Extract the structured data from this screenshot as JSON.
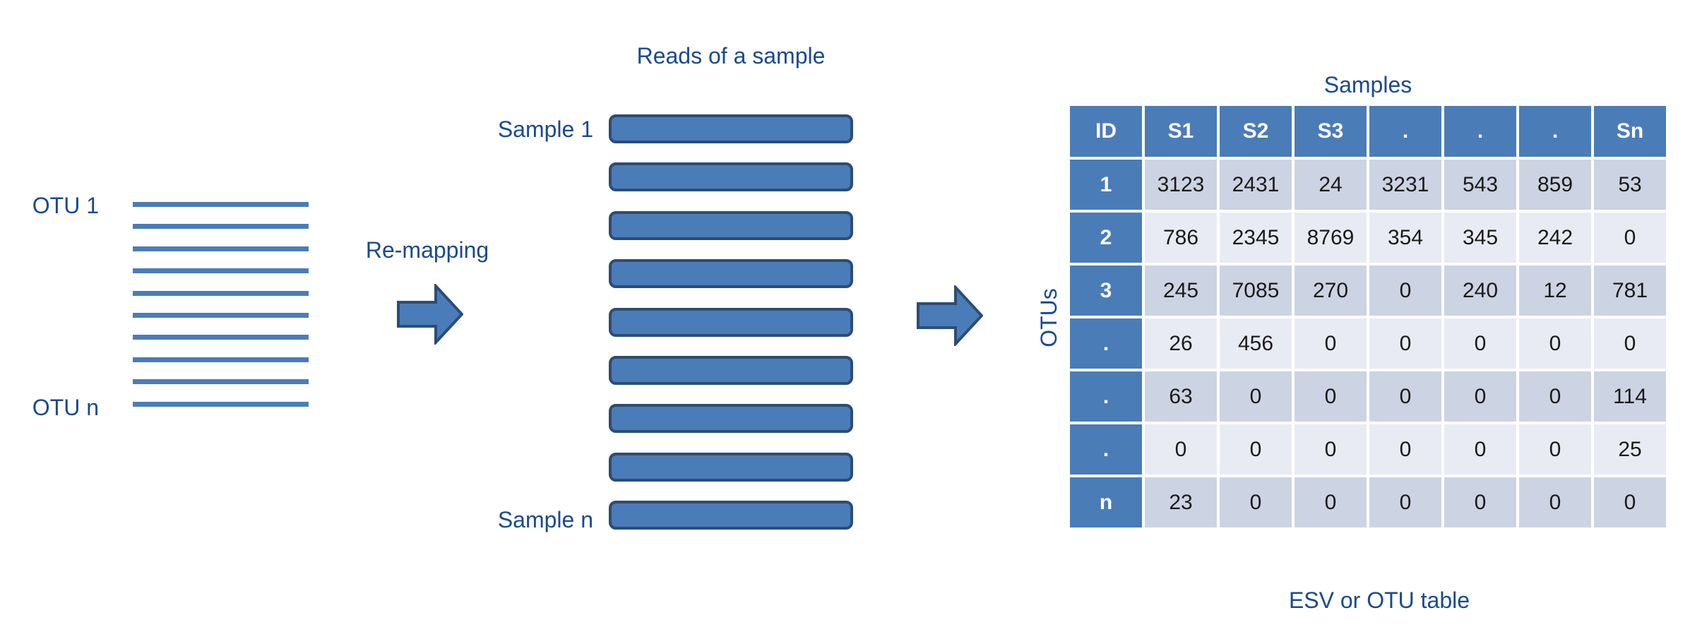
{
  "figure": {
    "otu_module": {
      "top_label": "OTU 1",
      "bottom_label": "OTU n",
      "line_count": 10
    },
    "remapping_label": "Re-mapping",
    "reads_module": {
      "title": "Reads of a sample",
      "top_label": "Sample 1",
      "bottom_label": "Sample n",
      "bar_count": 9
    },
    "table_module": {
      "title": "Samples",
      "side_label": "OTUs",
      "caption": "ESV or OTU table",
      "columns": [
        "ID",
        "S1",
        "S2",
        "S3",
        ".",
        ".",
        ".",
        "Sn"
      ],
      "rows": [
        {
          "id": "1",
          "values": [
            "3123",
            "2431",
            "24",
            "3231",
            "543",
            "859",
            "53"
          ]
        },
        {
          "id": "2",
          "values": [
            "786",
            "2345",
            "8769",
            "354",
            "345",
            "242",
            "0"
          ]
        },
        {
          "id": "3",
          "values": [
            "245",
            "7085",
            "270",
            "0",
            "240",
            "12",
            "781"
          ]
        },
        {
          "id": ".",
          "values": [
            "26",
            "456",
            "0",
            "0",
            "0",
            "0",
            "0"
          ]
        },
        {
          "id": ".",
          "values": [
            "63",
            "0",
            "0",
            "0",
            "0",
            "0",
            "114"
          ]
        },
        {
          "id": ".",
          "values": [
            "0",
            "0",
            "0",
            "0",
            "0",
            "0",
            "25"
          ]
        },
        {
          "id": "n",
          "values": [
            "23",
            "0",
            "0",
            "0",
            "0",
            "0",
            "0"
          ]
        }
      ]
    },
    "colors": {
      "accent": "#4A7CB8",
      "accent_border": "#2B4D77",
      "band_dark": "#CCD3E3",
      "band_light": "#E9EBF4",
      "label_text": "#1A4A8C",
      "header_text": "#FFFFFF",
      "cell_text": "#1A1A1A",
      "background": "#FFFFFF"
    }
  }
}
